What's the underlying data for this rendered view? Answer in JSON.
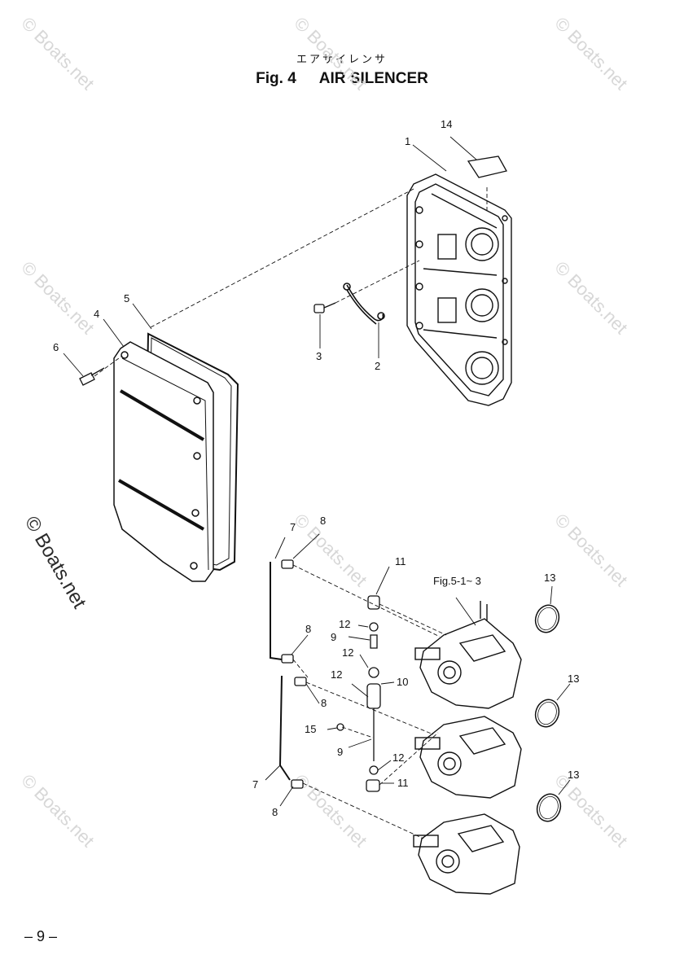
{
  "header": {
    "japanese_title": "エアサイレンサ",
    "figure_number": "Fig. 4",
    "figure_title": "AIR SILENCER"
  },
  "callouts": {
    "c1": "1",
    "c2": "2",
    "c3": "3",
    "c4": "4",
    "c5": "5",
    "c6": "6",
    "c7a": "7",
    "c7b": "7",
    "c8a": "8",
    "c8b": "8",
    "c8c": "8",
    "c8d": "8",
    "c9a": "9",
    "c9b": "9",
    "c10": "10",
    "c11a": "11",
    "c11b": "11",
    "c12a": "12",
    "c12b": "12",
    "c12c": "12",
    "c12d": "12",
    "c13a": "13",
    "c13b": "13",
    "c13c": "13",
    "c14": "14",
    "c15": "15"
  },
  "reference_label": "Fig.5-1~ 3",
  "watermark": {
    "text": "© Boats.net"
  },
  "footer": {
    "page_number": "– 9 –"
  }
}
